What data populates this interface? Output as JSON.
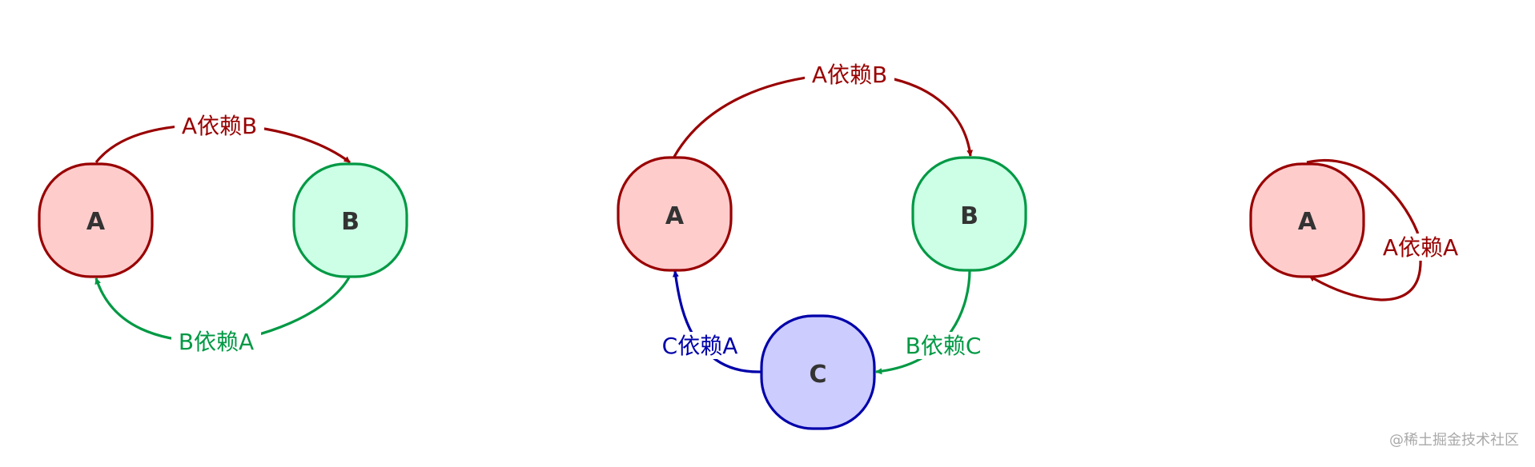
{
  "colors": {
    "red_fill": "#ffcccc",
    "red_stroke": "#990000",
    "green_fill": "#ccffe6",
    "green_stroke": "#009944",
    "blue_fill": "#ccccff",
    "blue_stroke": "#0000aa",
    "node_text": "#333333",
    "watermark": "#a9a9a9"
  },
  "diagrams": [
    {
      "nodes": [
        {
          "id": "A",
          "label": "A"
        },
        {
          "id": "B",
          "label": "B"
        }
      ],
      "edges": [
        {
          "from": "A",
          "to": "B",
          "label": "A依赖B",
          "color": "red"
        },
        {
          "from": "B",
          "to": "A",
          "label": "B依赖A",
          "color": "green"
        }
      ]
    },
    {
      "nodes": [
        {
          "id": "A",
          "label": "A"
        },
        {
          "id": "B",
          "label": "B"
        },
        {
          "id": "C",
          "label": "C"
        }
      ],
      "edges": [
        {
          "from": "A",
          "to": "B",
          "label": "A依赖B",
          "color": "red"
        },
        {
          "from": "B",
          "to": "C",
          "label": "B依赖C",
          "color": "green"
        },
        {
          "from": "C",
          "to": "A",
          "label": "C依赖A",
          "color": "blue"
        }
      ]
    },
    {
      "nodes": [
        {
          "id": "A",
          "label": "A"
        }
      ],
      "edges": [
        {
          "from": "A",
          "to": "A",
          "label": "A依赖A",
          "color": "red"
        }
      ]
    }
  ],
  "watermark": "@稀土掘金技术社区"
}
